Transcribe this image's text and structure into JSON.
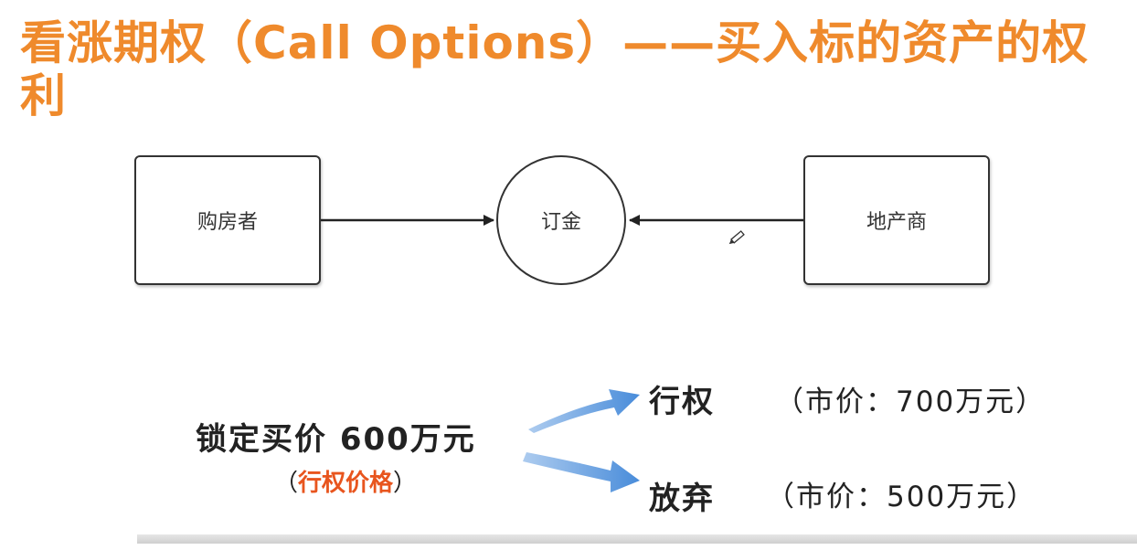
{
  "title": "看涨期权（Call Options）——买入标的资产的权利",
  "diagram": {
    "buyer": "购房者",
    "deposit": "订金",
    "developer": "地产商"
  },
  "lock": {
    "label": "锁定买价 600万元",
    "sub_open": "（",
    "sub_highlight": "行权价格",
    "sub_close": "）"
  },
  "outcomes": [
    {
      "action": "行权",
      "market": "（市价：700万元）"
    },
    {
      "action": "放弃",
      "market": "（市价：500万元）"
    }
  ],
  "colors": {
    "title": "#ef8a2c",
    "highlight": "#e8551e",
    "arrow_blue": "#4a8fd6"
  }
}
